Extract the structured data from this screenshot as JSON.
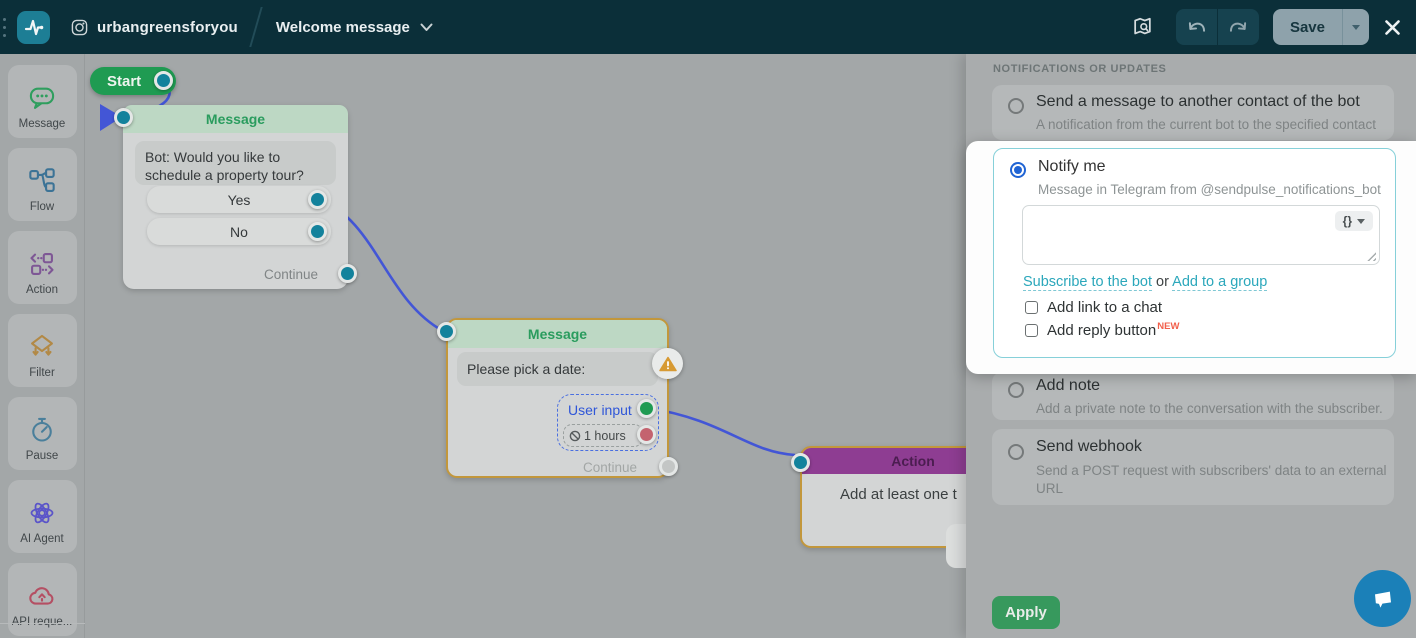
{
  "header": {
    "bot_name": "urbangreensforyou",
    "flow_name": "Welcome message",
    "save_label": "Save"
  },
  "sidebar": {
    "items": [
      {
        "label": "Message",
        "icon": "message-icon",
        "color": "#2f9e5e"
      },
      {
        "label": "Flow",
        "icon": "flow-icon",
        "color": "#3c7396"
      },
      {
        "label": "Action",
        "icon": "action-icon",
        "color": "#7e5795"
      },
      {
        "label": "Filter",
        "icon": "filter-icon",
        "color": "#b28946"
      },
      {
        "label": "Pause",
        "icon": "pause-icon",
        "color": "#4a7f9b"
      },
      {
        "label": "AI Agent",
        "icon": "ai-agent-icon",
        "color": "#5a54c9"
      },
      {
        "label": "API reque...",
        "icon": "api-request-icon",
        "color": "#b44f63"
      }
    ]
  },
  "canvas": {
    "start": {
      "label": "Start"
    },
    "message1": {
      "title": "Message",
      "text": "Bot: Would you like to schedule a property tour?",
      "buttons": [
        "Yes",
        "No"
      ],
      "continue_label": "Continue"
    },
    "message2": {
      "title": "Message",
      "text": "Please pick a date:",
      "user_input_label": "User input",
      "timeout_label": "1 hours",
      "continue_label": "Continue"
    },
    "action": {
      "title": "Action",
      "text": "Add at least one t"
    }
  },
  "panel": {
    "section_title": "NOTIFICATIONS OR UPDATES",
    "options": [
      {
        "title": "Send a message to another contact of the bot",
        "description": "A notification from the current bot to the specified contact",
        "selected": false
      },
      {
        "title": "Notify me",
        "description": "Message in Telegram from @sendpulse_notifications_bot",
        "selected": true
      },
      {
        "title": "Add note",
        "description": "Add a private note to the conversation with the subscriber.",
        "selected": false
      },
      {
        "title": "Send webhook",
        "description": "Send a POST request with subscribers' data to an external URL",
        "selected": false
      }
    ],
    "notify": {
      "textarea_value": "",
      "var_button": "{}",
      "links": {
        "subscribe": "Subscribe to the bot",
        "or": "or",
        "add_group": "Add to a group"
      },
      "checkboxes": [
        {
          "label": "Add link to a chat",
          "checked": false
        },
        {
          "label": "Add reply button",
          "badge": "NEW",
          "checked": false
        }
      ]
    },
    "apply_label": "Apply"
  },
  "colors": {
    "topbar": "#0b2f39",
    "accent_teal_port": "#13829c",
    "node_green": "#2a9c5e",
    "node_purple": "#8e3d92",
    "warning_orange": "#c2973c",
    "wire_blue": "#4356d6",
    "link_teal": "#2ba7bb",
    "radio_blue": "#2064d4",
    "new_badge": "#f2604c",
    "apply_green": "#37995d",
    "fab_blue": "#1b80b8"
  }
}
